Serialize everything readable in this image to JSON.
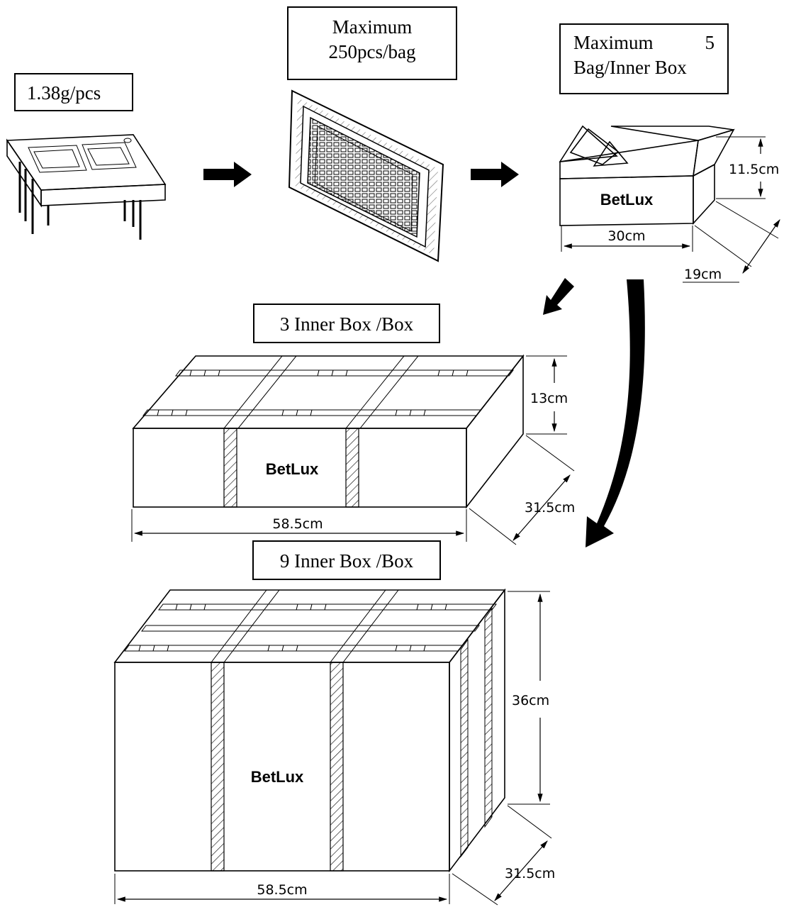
{
  "labels": {
    "weight": "1.38g/pcs",
    "bag_line1": "Maximum",
    "bag_line2": "250pcs/bag",
    "inner_line1_a": "Maximum",
    "inner_line1_b": "5",
    "inner_line2": "Bag/Inner Box",
    "box3": "3 Inner Box /Box",
    "box9": "9 Inner Box /Box"
  },
  "brand": "BetLux",
  "dimensions": {
    "inner_height": "11.5cm",
    "inner_width": "30cm",
    "inner_depth": "19cm",
    "box3_height": "13cm",
    "box3_width": "58.5cm",
    "box3_depth": "31.5cm",
    "box9_height": "36cm",
    "box9_width": "58.5cm",
    "box9_depth": "31.5cm"
  }
}
